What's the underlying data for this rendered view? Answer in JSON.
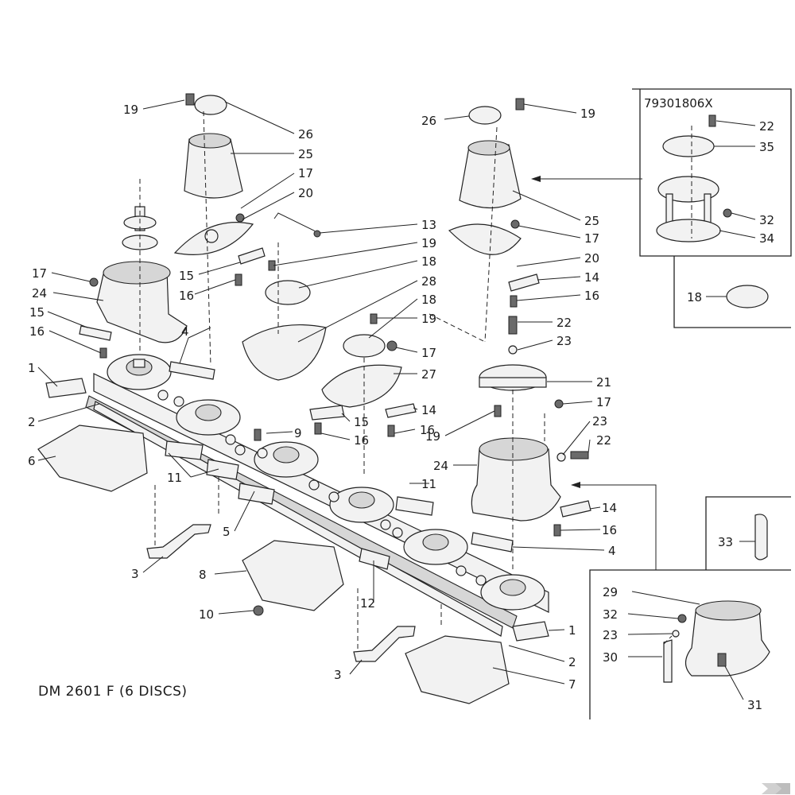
{
  "title": "DM 2601 F (6 DISCS)",
  "inset_code": "79301806X",
  "callouts": [
    {
      "id": "c-19-a",
      "text": "19"
    },
    {
      "id": "c-26-a",
      "text": "26"
    },
    {
      "id": "c-25-a",
      "text": "25"
    },
    {
      "id": "c-17-a",
      "text": "17"
    },
    {
      "id": "c-20-a",
      "text": "20"
    },
    {
      "id": "c-17-b",
      "text": "17"
    },
    {
      "id": "c-24-a",
      "text": "24"
    },
    {
      "id": "c-15-a",
      "text": "15"
    },
    {
      "id": "c-16-a",
      "text": "16"
    },
    {
      "id": "c-15-b",
      "text": "15"
    },
    {
      "id": "c-16-b",
      "text": "16"
    },
    {
      "id": "c-4-a",
      "text": "4"
    },
    {
      "id": "c-1-a",
      "text": "1"
    },
    {
      "id": "c-2-a",
      "text": "2"
    },
    {
      "id": "c-6",
      "text": "6"
    },
    {
      "id": "c-11-a",
      "text": "11"
    },
    {
      "id": "c-9",
      "text": "9"
    },
    {
      "id": "c-5",
      "text": "5"
    },
    {
      "id": "c-3-a",
      "text": "3"
    },
    {
      "id": "c-8",
      "text": "8"
    },
    {
      "id": "c-10",
      "text": "10"
    },
    {
      "id": "c-13",
      "text": "13"
    },
    {
      "id": "c-19-b",
      "text": "19"
    },
    {
      "id": "c-18-a",
      "text": "18"
    },
    {
      "id": "c-28",
      "text": "28"
    },
    {
      "id": "c-18-b",
      "text": "18"
    },
    {
      "id": "c-19-c",
      "text": "19"
    },
    {
      "id": "c-17-c",
      "text": "17"
    },
    {
      "id": "c-27",
      "text": "27"
    },
    {
      "id": "c-14-a",
      "text": "14"
    },
    {
      "id": "c-15-c",
      "text": "15"
    },
    {
      "id": "c-16-c",
      "text": "16"
    },
    {
      "id": "c-16-d",
      "text": "16"
    },
    {
      "id": "c-11-b",
      "text": "11"
    },
    {
      "id": "c-12",
      "text": "12"
    },
    {
      "id": "c-3-b",
      "text": "3"
    },
    {
      "id": "c-26-b",
      "text": "26"
    },
    {
      "id": "c-19-d",
      "text": "19"
    },
    {
      "id": "c-25-b",
      "text": "25"
    },
    {
      "id": "c-17-d",
      "text": "17"
    },
    {
      "id": "c-20-b",
      "text": "20"
    },
    {
      "id": "c-14-b",
      "text": "14"
    },
    {
      "id": "c-16-e",
      "text": "16"
    },
    {
      "id": "c-22-a",
      "text": "22"
    },
    {
      "id": "c-23-a",
      "text": "23"
    },
    {
      "id": "c-21",
      "text": "21"
    },
    {
      "id": "c-17-e",
      "text": "17"
    },
    {
      "id": "c-23-b",
      "text": "23"
    },
    {
      "id": "c-22-b",
      "text": "22"
    },
    {
      "id": "c-19-e",
      "text": "19"
    },
    {
      "id": "c-24-b",
      "text": "24"
    },
    {
      "id": "c-14-c",
      "text": "14"
    },
    {
      "id": "c-16-f",
      "text": "16"
    },
    {
      "id": "c-4-b",
      "text": "4"
    },
    {
      "id": "c-1-b",
      "text": "1"
    },
    {
      "id": "c-2-b",
      "text": "2"
    },
    {
      "id": "c-7",
      "text": "7"
    },
    {
      "id": "c-22-c",
      "text": "22"
    },
    {
      "id": "c-35",
      "text": "35"
    },
    {
      "id": "c-32-a",
      "text": "32"
    },
    {
      "id": "c-34",
      "text": "34"
    },
    {
      "id": "c-18-c",
      "text": "18"
    },
    {
      "id": "c-33",
      "text": "33"
    },
    {
      "id": "c-29",
      "text": "29"
    },
    {
      "id": "c-32-b",
      "text": "32"
    },
    {
      "id": "c-23-c",
      "text": "23"
    },
    {
      "id": "c-30",
      "text": "30"
    },
    {
      "id": "c-31",
      "text": "31"
    }
  ]
}
